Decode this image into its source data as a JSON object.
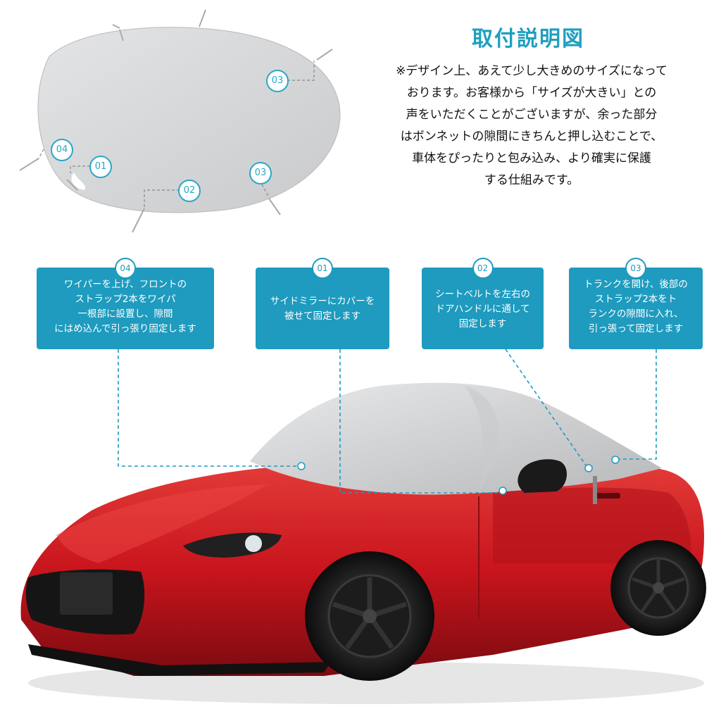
{
  "heading": {
    "title": "取付説明図",
    "description_lines": [
      "※デザイン上、あえて少し大きめのサイズになって",
      "おります。お客様から「サイズが大きい」との",
      "声をいただくことがございますが、余った部分",
      "はボンネットの隙間にきちんと押し込むことで、",
      "車体をぴったりと包み込み、より確実に保護",
      "する仕組みです。"
    ]
  },
  "diagram": {
    "markers": [
      "03",
      "04",
      "01",
      "02",
      "03"
    ]
  },
  "callouts": [
    {
      "number": "04",
      "lines": [
        "ワイパーを上げ、フロントの",
        "ストラップ2本をワイパ",
        "一根部に設置し、隙間",
        "にはめ込んで引っ張り固定します"
      ]
    },
    {
      "number": "01",
      "lines": [
        "サイドミラーにカバーを",
        "被せて固定します"
      ]
    },
    {
      "number": "02",
      "lines": [
        "シートベルトを左右の",
        "ドアハンドルに通して",
        "固定します"
      ]
    },
    {
      "number": "03",
      "lines": [
        "トランクを開け、後部の",
        "ストラップ2本をト",
        "ランクの隙間に入れ、",
        "引っ張って固定します"
      ]
    }
  ],
  "colors": {
    "accent": "#1e9bbf",
    "car_body": "#c8141c",
    "cover": "#d9dadc"
  }
}
